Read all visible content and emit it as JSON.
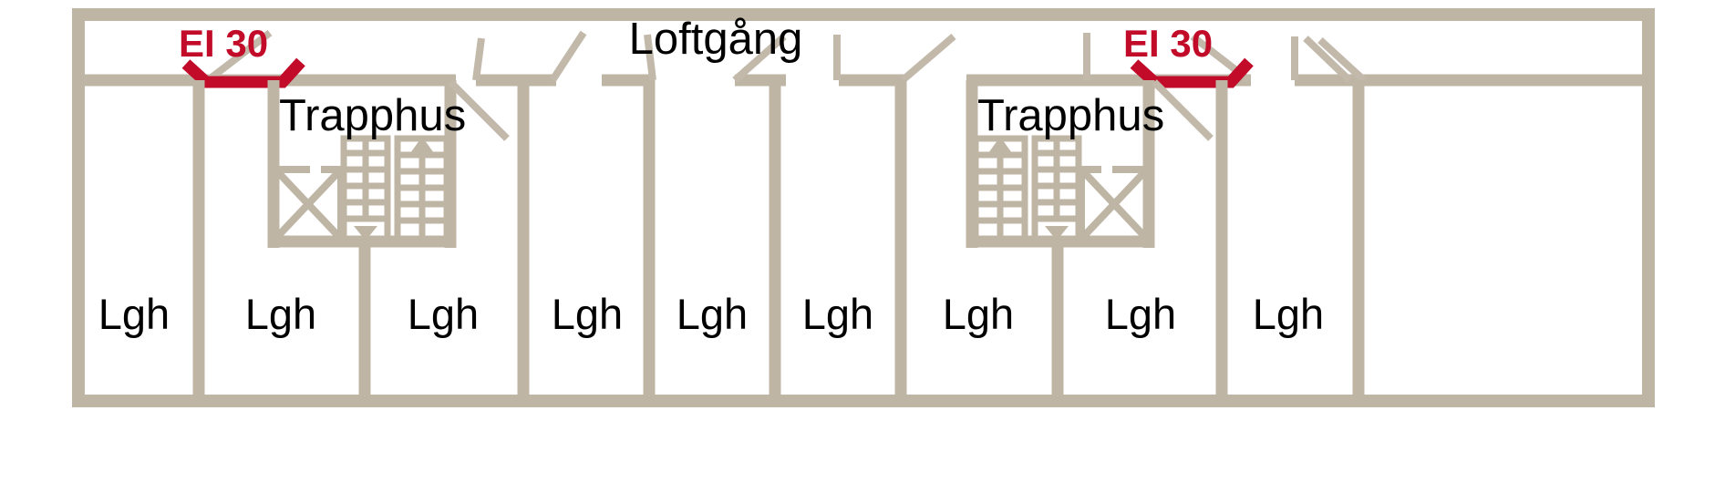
{
  "diagram": {
    "title_visible": false,
    "corridor": {
      "label": "Loftgång"
    },
    "fire_markers": [
      {
        "label": "EI 30",
        "side": "left"
      },
      {
        "label": "EI 30",
        "side": "right"
      }
    ],
    "stairwells": [
      {
        "label": "Trapphus",
        "side": "left",
        "elevator": "elevator-shaft",
        "stairs_up": "up-arrow",
        "stairs_down": "down-arrow"
      },
      {
        "label": "Trapphus",
        "side": "right",
        "elevator": "elevator-shaft",
        "stairs_up": "up-arrow",
        "stairs_down": "down-arrow"
      }
    ],
    "apartments": [
      {
        "label": "Lgh"
      },
      {
        "label": "Lgh"
      },
      {
        "label": "Lgh"
      },
      {
        "label": "Lgh"
      },
      {
        "label": "Lgh"
      },
      {
        "label": "Lgh"
      },
      {
        "label": "Lgh"
      },
      {
        "label": "Lgh"
      },
      {
        "label": "Lgh"
      }
    ],
    "colors": {
      "wall": "#bfb5a5",
      "fire_red": "#c10b28",
      "background": "#ffffff",
      "text": "#000000"
    }
  }
}
